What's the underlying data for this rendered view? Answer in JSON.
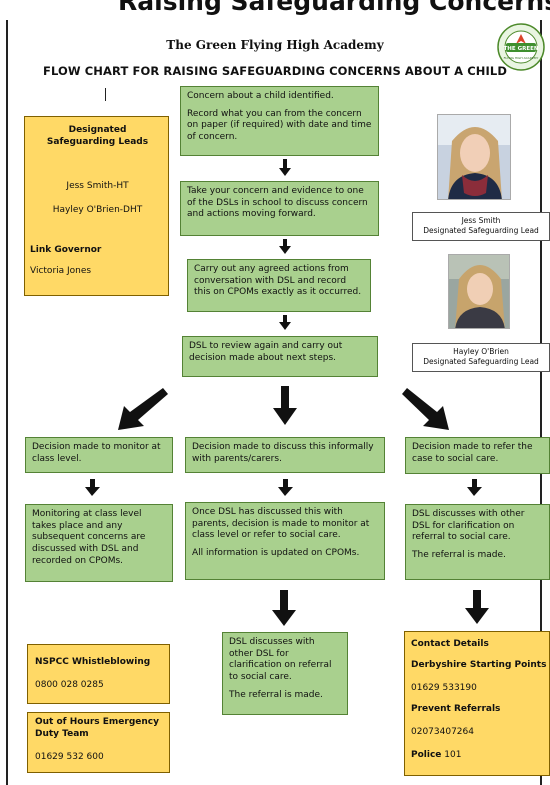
{
  "header": {
    "top_fragment": "Raising Safeguarding Concerns",
    "school_name": "The Green Flying High Academy",
    "chart_title": "FLOW CHART FOR RAISING SAFEGUARDING CONCERNS ABOUT A CHILD",
    "logo_text": "THE GREEN",
    "logo_subtext": "FLYING HIGH ACADEMY"
  },
  "dsl_box": {
    "heading": "Designated Safeguarding Leads",
    "lead1": "Jess Smith-HT",
    "lead2": "Hayley O'Brien-DHT",
    "governor_heading": "Link Governor",
    "governor_name": "Victoria Jones"
  },
  "steps": {
    "s1_line1": "Concern about a child identified.",
    "s1_line2": "Record what you can from the concern on paper (if required) with date and time of concern.",
    "s2": "Take your concern and evidence to one of the DSLs in school to discuss concern and actions moving forward.",
    "s3": "Carry out any agreed actions from conversation with DSL and record this on CPOMs exactly as it occurred.",
    "s4": "DSL to review again and carry out decision made about next steps."
  },
  "staff": {
    "p1_name": "Jess Smith",
    "p1_role": "Designated Safeguarding Lead",
    "p2_name": "Hayley O'Brien",
    "p2_role": "Designated Safeguarding Lead"
  },
  "branches": {
    "left_decision": "Decision made to monitor at class level.",
    "left_detail": "Monitoring at class level takes place and any subsequent concerns are discussed with DSL and recorded on CPOMs.",
    "mid_decision": "Decision made to discuss this informally with parents/carers.",
    "mid_detail1": "Once DSL has discussed this with parents, decision is made to monitor at class level or refer to social care.",
    "mid_detail2": "All information is updated on CPOMs.",
    "mid_final1": "DSL discusses with other DSL for clarification on referral to social care.",
    "mid_final2": "The referral is made.",
    "right_decision": "Decision made to refer the case to social care.",
    "right_detail1": "DSL discusses with other DSL for clarification on referral to social care.",
    "right_detail2": "The referral is made."
  },
  "contacts": {
    "nspcc_heading": "NSPCC Whistleblowing",
    "nspcc_number": "0800 028 0285",
    "ooh_heading": "Out of Hours Emergency Duty Team",
    "ooh_number": "01629 532 600",
    "details_heading": "Contact Details",
    "derbyshire_heading": "Derbyshire Starting Points",
    "derbyshire_number": "01629 533190",
    "prevent_heading": "Prevent Referrals",
    "prevent_number": "02073407264",
    "police_label": "Police",
    "police_number": "101"
  },
  "colors": {
    "step_green": "#a9d08e",
    "contact_yellow": "#ffd966",
    "arrow": "#111111"
  }
}
